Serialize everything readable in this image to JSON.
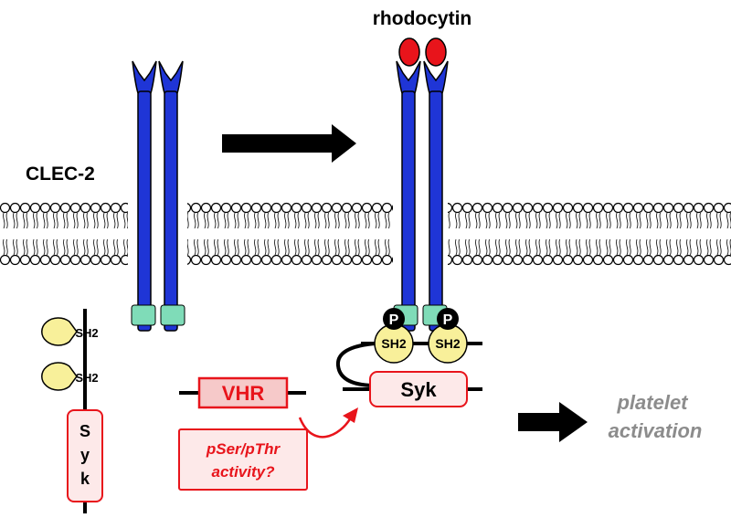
{
  "labels": {
    "receptor": "CLEC-2",
    "ligand": "rhodocytin",
    "sh2": "SH2",
    "phospho": "P",
    "kinase_vertical": [
      "S",
      "y",
      "k"
    ],
    "kinase": "Syk",
    "phosphatase": "VHR",
    "activity_line1": "pSer/pThr",
    "activity_line2": "activity?",
    "outcome_line1": "platelet",
    "outcome_line2": "activation"
  },
  "colors": {
    "receptor_blue": "#1f35d6",
    "ligand_red": "#e8141b",
    "domain_green": "#7fdcb8",
    "sh2_yellow": "#f8f09a",
    "syk_box_fill": "#fde9e9",
    "syk_box_border": "#e8141b",
    "vhr_fill": "#f6c9c9",
    "label_red": "#e8141b",
    "outcome_gray": "#8c8c8c",
    "black": "#000000"
  }
}
